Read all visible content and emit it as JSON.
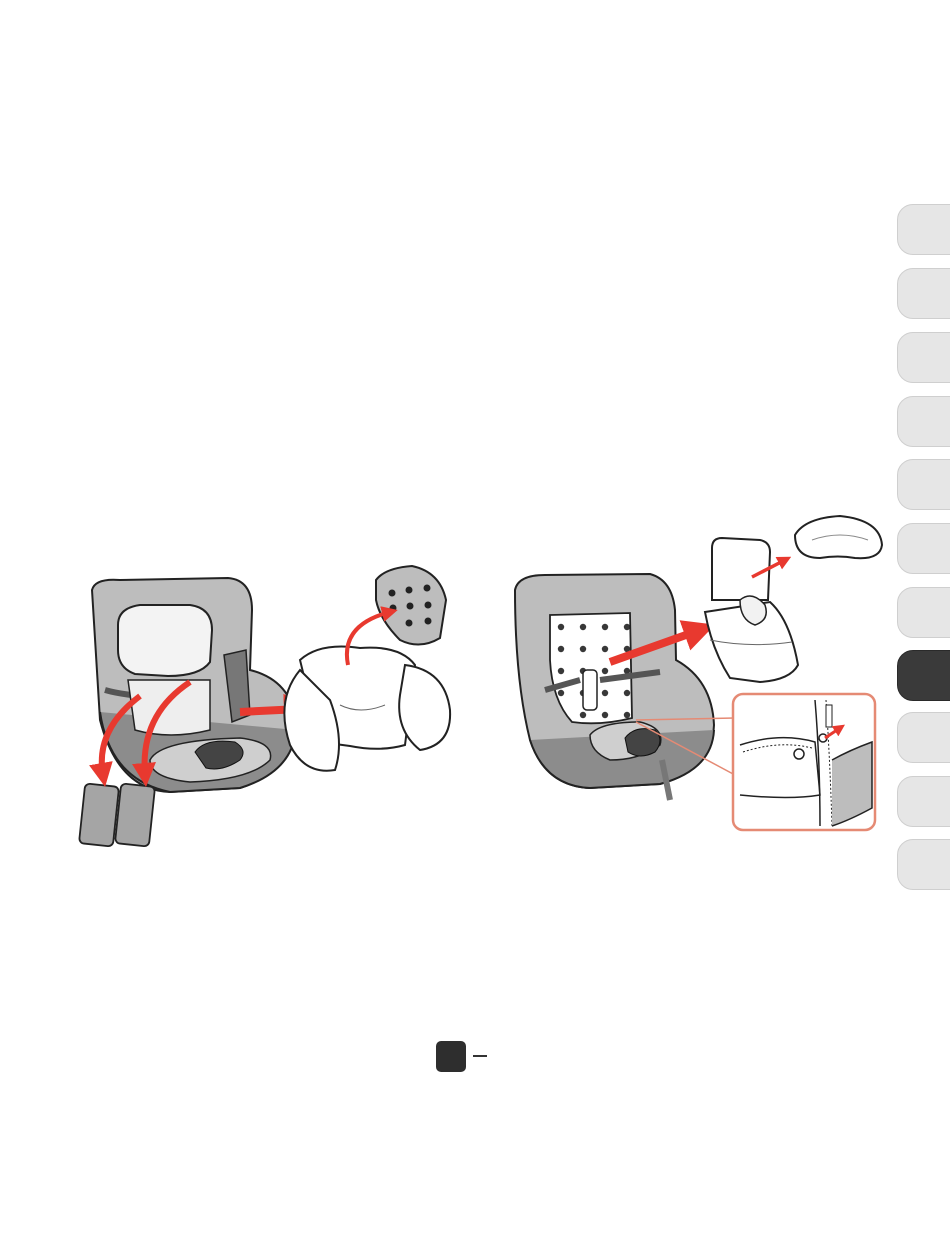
{
  "tabs": {
    "count": 11,
    "active_index": 7,
    "colors": {
      "inactive": "#e6e6e6",
      "active": "#3a3a3a"
    }
  },
  "illustrations": [
    {
      "name": "cover-removal-left",
      "description_icons": [
        "seat-icon",
        "shoulder-pad-icon",
        "seat-cover-icon",
        "head-cushion-icon",
        "arrow-icon"
      ]
    },
    {
      "name": "cover-removal-right",
      "description_icons": [
        "seat-icon",
        "seat-liner-icon",
        "headrest-pad-icon",
        "snap-button-detail-icon",
        "arrow-icon"
      ]
    }
  ],
  "accent_color": "#e8392f",
  "detail_border_color": "#e58a74"
}
